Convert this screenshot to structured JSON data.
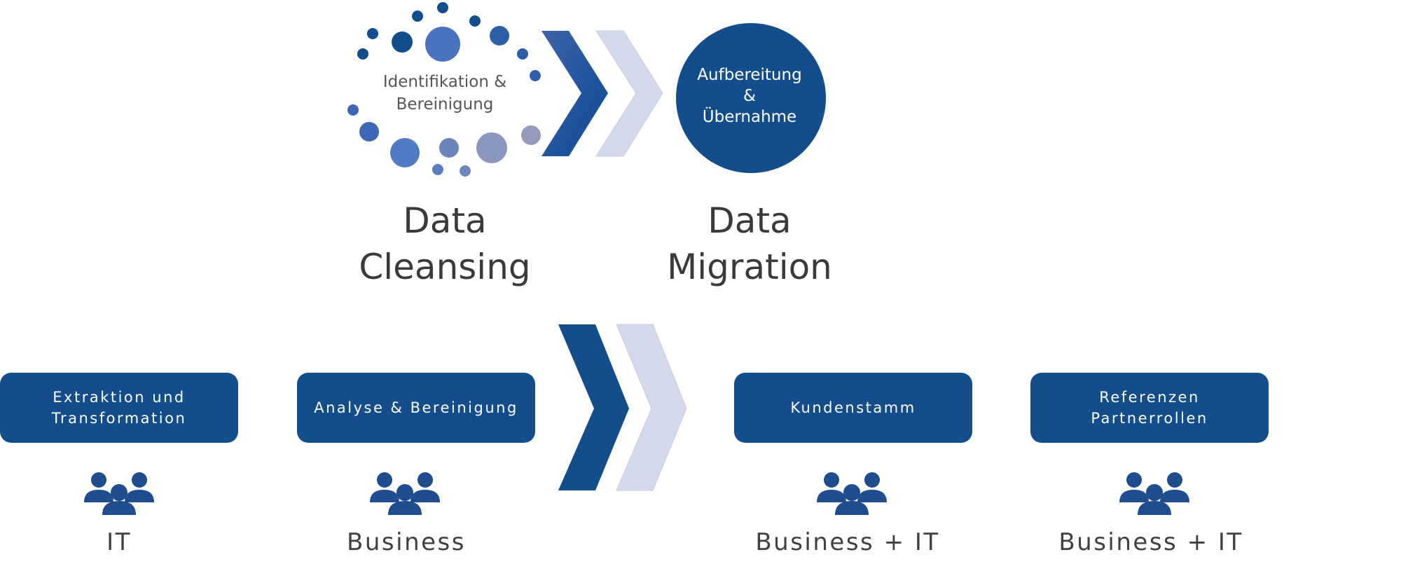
{
  "colors": {
    "primary": "#134d8c",
    "chevron_light": "#d4d9eb",
    "text_dark": "#404040",
    "dot_dark": "#134d8c",
    "dot_mid": "#2f63b0",
    "dot_light": "#4f7cc4",
    "dot_grey": "#8a96bd"
  },
  "top": {
    "cleansing": {
      "inner_text_line1": "Identifikation &",
      "inner_text_line2": "Bereinigung",
      "title_line1": "Data",
      "title_line2": "Cleansing"
    },
    "migration": {
      "inner_text_line1": "Aufbereitung",
      "inner_text_line2": "&",
      "inner_text_line3": "Übernahme",
      "title_line1": "Data",
      "title_line2": "Migration"
    }
  },
  "steps": [
    {
      "label": "Extraktion und\nTransformation",
      "role": "IT"
    },
    {
      "label": "Analyse & Bereinigung",
      "role": "Business"
    },
    {
      "label": "Kundenstamm",
      "role": "Business + IT"
    },
    {
      "label": "Referenzen\nPartnerrollen",
      "role": "Business + IT"
    }
  ]
}
